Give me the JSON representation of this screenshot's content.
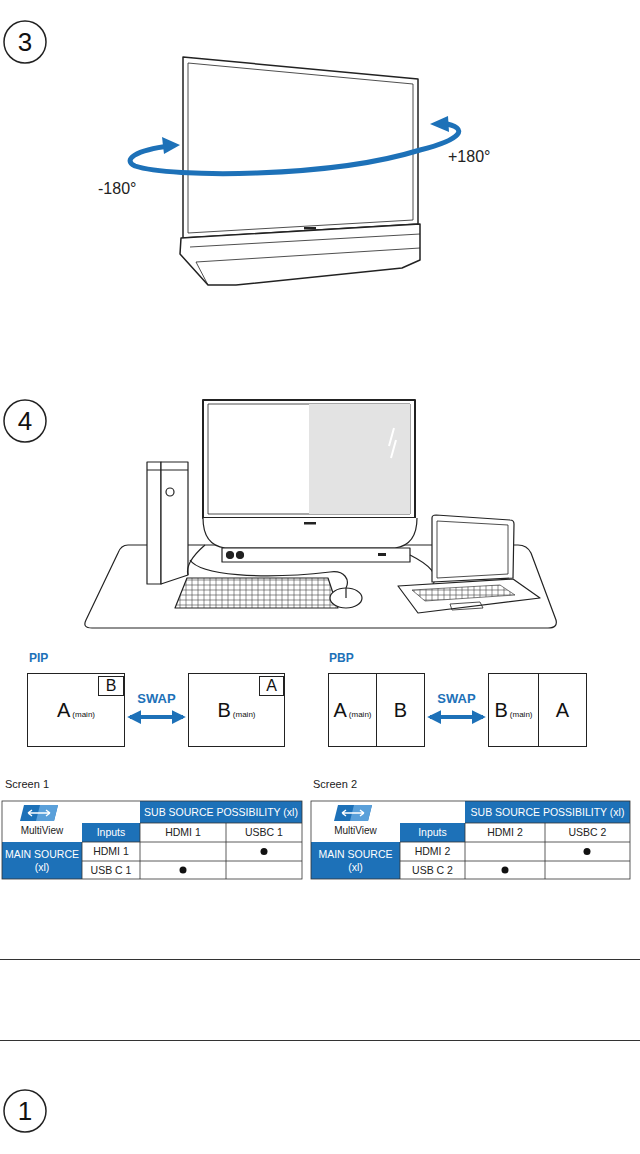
{
  "diagram": {
    "nodes": [
      {
        "text": [
          "3"
        ]
      },
      {
        "text": [
          "4"
        ]
      },
      {
        "text": [
          "A",
          "(main)"
        ]
      },
      {
        "text": [
          "B"
        ],
        "in": 2
      },
      {
        "text": [
          "B",
          "(main)"
        ]
      },
      {
        "text": [
          "A"
        ],
        "in": 4
      },
      {
        "text": [
          "A",
          "(main)"
        ]
      },
      {
        "text": [
          "B"
        ]
      },
      {
        "text": [
          "B",
          "(main)"
        ]
      },
      {
        "text": [
          "A"
        ]
      },
      {
        "text": [
          "1"
        ]
      }
    ],
    "edges": [
      {
        "from": 2,
        "to": 4,
        "arrow": "both",
        "label": "SWAP"
      },
      {
        "from": 7,
        "to": 8,
        "arrow": "both",
        "label": "SWAP"
      }
    ],
    "labels": [
      "-180°",
      "+180°",
      "PIP",
      "PBP",
      "Screen 1",
      "MultiView",
      "SUB SOURCE POSSIBILITY (xl)",
      "Inputs",
      "HDMI 1",
      "USBC 1",
      "MAIN SOURCE (xl)",
      "HDMI 1",
      "USB C 1",
      "Screen 2",
      "MultiView",
      "SUB SOURCE POSSIBILITY (xl)",
      "Inputs",
      "HDMI 2",
      "USBC 2",
      "MAIN SOURCE (xl)",
      "HDMI 2",
      "USB C 2"
    ]
  }
}
